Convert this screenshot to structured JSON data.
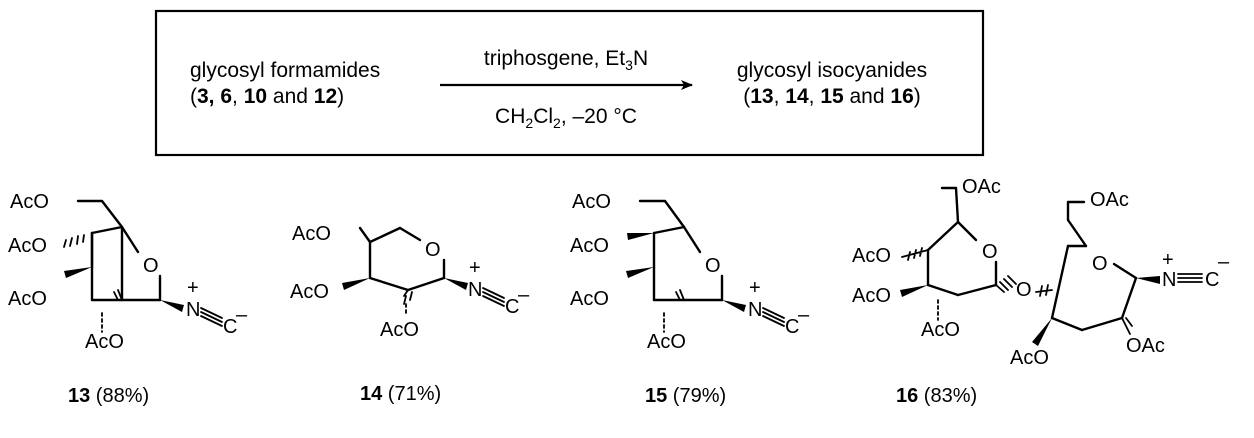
{
  "scheme": {
    "left_l1": "glycosyl formamides",
    "left_l2_open": "(",
    "left_l2_a": "3, 6",
    "left_l2_b": ", ",
    "left_l2_c": "10",
    "left_l2_d": " and ",
    "left_l2_e": "12",
    "left_l2_close": ")",
    "above_a": "triphosgene, Et",
    "above_sub": "3",
    "above_b": "N",
    "below_a": "CH",
    "below_sub1": "2",
    "below_b": "Cl",
    "below_sub2": "2",
    "below_c": ", –20 °C",
    "right_l1": "glycosyl isocyanides",
    "right_l2_open": "(",
    "right_l2_a": "13",
    "right_l2_b": ", ",
    "right_l2_c": "14",
    "right_l2_d": ", ",
    "right_l2_e": "15",
    "right_l2_f": " and ",
    "right_l2_g": "16",
    "right_l2_close": ")"
  },
  "atoms": {
    "aco": "AcO",
    "oac": "OAc",
    "o": "O",
    "n": "N",
    "c": "C",
    "plus": "+",
    "minus": "–"
  },
  "compounds": [
    {
      "id": "13",
      "yield": " (88%)"
    },
    {
      "id": "14",
      "yield": " (71%)"
    },
    {
      "id": "15",
      "yield": " (79%)"
    },
    {
      "id": "16",
      "yield": " (83%)"
    }
  ]
}
